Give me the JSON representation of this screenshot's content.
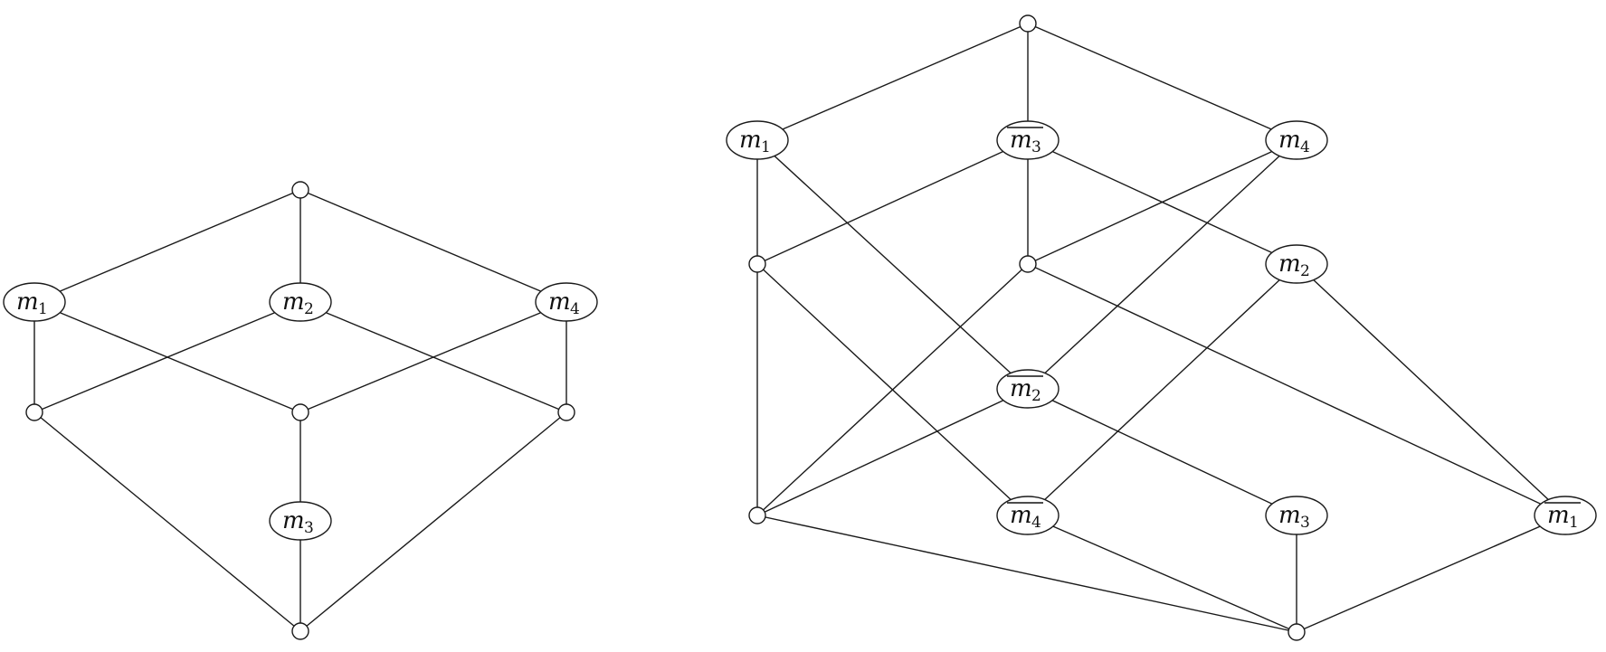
{
  "diagrams": [
    {
      "name": "left-lattice",
      "nodes": [
        {
          "id": "top",
          "label": "",
          "sub": "",
          "bar": false
        },
        {
          "id": "m1",
          "label": "m",
          "sub": "1",
          "bar": false
        },
        {
          "id": "m2",
          "label": "m",
          "sub": "2",
          "bar": false
        },
        {
          "id": "m4",
          "label": "m",
          "sub": "4",
          "bar": false
        },
        {
          "id": "a",
          "label": "",
          "sub": "",
          "bar": false
        },
        {
          "id": "c",
          "label": "",
          "sub": "",
          "bar": false
        },
        {
          "id": "b",
          "label": "",
          "sub": "",
          "bar": false
        },
        {
          "id": "m3",
          "label": "m",
          "sub": "3",
          "bar": false
        },
        {
          "id": "bottom",
          "label": "",
          "sub": "",
          "bar": false
        }
      ],
      "edges": [
        [
          "top",
          "m1"
        ],
        [
          "top",
          "m2"
        ],
        [
          "top",
          "m4"
        ],
        [
          "m1",
          "a"
        ],
        [
          "m1",
          "c"
        ],
        [
          "m2",
          "a"
        ],
        [
          "m2",
          "b"
        ],
        [
          "m4",
          "c"
        ],
        [
          "m4",
          "b"
        ],
        [
          "a",
          "bottom"
        ],
        [
          "c",
          "m3"
        ],
        [
          "m3",
          "bottom"
        ],
        [
          "b",
          "bottom"
        ]
      ]
    },
    {
      "name": "right-lattice",
      "nodes": [
        {
          "id": "top",
          "label": "",
          "sub": "",
          "bar": false
        },
        {
          "id": "m1",
          "label": "m",
          "sub": "1",
          "bar": false
        },
        {
          "id": "m3b",
          "label": "m",
          "sub": "3",
          "bar": true
        },
        {
          "id": "m4",
          "label": "m",
          "sub": "4",
          "bar": false
        },
        {
          "id": "p",
          "label": "",
          "sub": "",
          "bar": false
        },
        {
          "id": "q",
          "label": "",
          "sub": "",
          "bar": false
        },
        {
          "id": "m2",
          "label": "m",
          "sub": "2",
          "bar": false
        },
        {
          "id": "m2b",
          "label": "m",
          "sub": "2",
          "bar": true
        },
        {
          "id": "r",
          "label": "",
          "sub": "",
          "bar": false
        },
        {
          "id": "m4b",
          "label": "m",
          "sub": "4",
          "bar": true
        },
        {
          "id": "m3",
          "label": "m",
          "sub": "3",
          "bar": false
        },
        {
          "id": "m1b",
          "label": "m",
          "sub": "1",
          "bar": true
        },
        {
          "id": "bottom",
          "label": "",
          "sub": "",
          "bar": false
        }
      ],
      "edges": [
        [
          "top",
          "m1"
        ],
        [
          "top",
          "m3b"
        ],
        [
          "top",
          "m4"
        ],
        [
          "m1",
          "p"
        ],
        [
          "m1",
          "m2b"
        ],
        [
          "m3b",
          "p"
        ],
        [
          "m3b",
          "q"
        ],
        [
          "m3b",
          "m2"
        ],
        [
          "m4",
          "q"
        ],
        [
          "m4",
          "m2b"
        ],
        [
          "p",
          "r"
        ],
        [
          "p",
          "m4b"
        ],
        [
          "q",
          "r"
        ],
        [
          "q",
          "m1b"
        ],
        [
          "m2",
          "m4b"
        ],
        [
          "m2",
          "m1b"
        ],
        [
          "m2b",
          "r"
        ],
        [
          "m2b",
          "m3"
        ],
        [
          "r",
          "bottom"
        ],
        [
          "m4b",
          "bottom"
        ],
        [
          "m3",
          "bottom"
        ],
        [
          "m1b",
          "bottom"
        ]
      ]
    }
  ]
}
